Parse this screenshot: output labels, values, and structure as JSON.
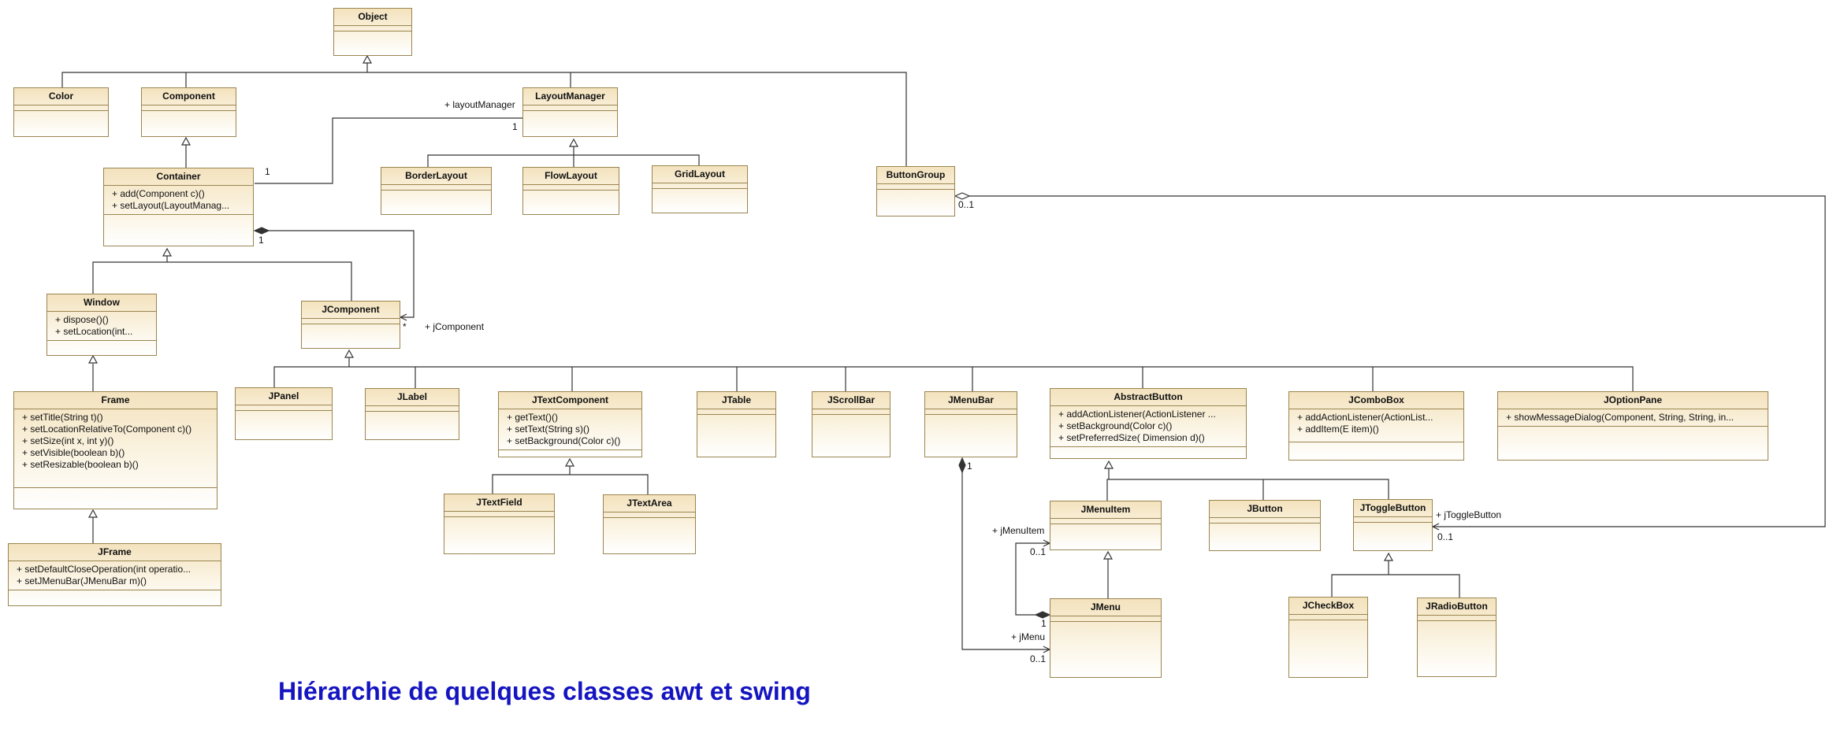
{
  "title": "Hiérarchie de quelques classes awt et swing",
  "classes": {
    "object": {
      "name": "Object",
      "ops": []
    },
    "color": {
      "name": "Color",
      "ops": []
    },
    "component": {
      "name": "Component",
      "ops": []
    },
    "layout_manager": {
      "name": "LayoutManager",
      "ops": []
    },
    "container": {
      "name": "Container",
      "ops": [
        "+ add(Component c)()",
        "+ setLayout(LayoutManag..."
      ]
    },
    "border_layout": {
      "name": "BorderLayout",
      "ops": []
    },
    "flow_layout": {
      "name": "FlowLayout",
      "ops": []
    },
    "grid_layout": {
      "name": "GridLayout",
      "ops": []
    },
    "button_group": {
      "name": "ButtonGroup",
      "ops": []
    },
    "window": {
      "name": "Window",
      "ops": [
        "+ dispose()()",
        "+ setLocation(int..."
      ]
    },
    "jcomponent": {
      "name": "JComponent",
      "ops": []
    },
    "frame": {
      "name": "Frame",
      "ops": [
        "+ setTitle(String t)()",
        "+ setLocationRelativeTo(Component c)()",
        "+ setSize(int x, int y)()",
        "+ setVisible(boolean b)()",
        "+ setResizable(boolean b)()"
      ]
    },
    "jframe": {
      "name": "JFrame",
      "ops": [
        "+ setDefaultCloseOperation(int operatio...",
        "+ setJMenuBar(JMenuBar m)()"
      ]
    },
    "jpanel": {
      "name": "JPanel",
      "ops": []
    },
    "jlabel": {
      "name": "JLabel",
      "ops": []
    },
    "jtext_component": {
      "name": "JTextComponent",
      "ops": [
        "+ getText()()",
        "+ setText(String s)()",
        "+ setBackground(Color c)()"
      ]
    },
    "jtable": {
      "name": "JTable",
      "ops": []
    },
    "jscroll_bar": {
      "name": "JScrollBar",
      "ops": []
    },
    "jmenu_bar": {
      "name": "JMenuBar",
      "ops": []
    },
    "abstract_button": {
      "name": "AbstractButton",
      "ops": [
        "+ addActionListener(ActionListener ...",
        "+ setBackground(Color c)()",
        "+ setPreferredSize( Dimension d)()"
      ]
    },
    "jcombo_box": {
      "name": "JComboBox",
      "ops": [
        "+ addActionListener(ActionList...",
        "+ addItem(E item)()"
      ]
    },
    "joption_pane": {
      "name": "JOptionPane",
      "ops": [
        "+ showMessageDialog(Component, String, String, in..."
      ]
    },
    "jtext_field": {
      "name": "JTextField",
      "ops": []
    },
    "jtext_area": {
      "name": "JTextArea",
      "ops": []
    },
    "jmenu_item": {
      "name": "JMenuItem",
      "ops": []
    },
    "jbutton": {
      "name": "JButton",
      "ops": []
    },
    "jtoggle_button": {
      "name": "JToggleButton",
      "ops": []
    },
    "jmenu": {
      "name": "JMenu",
      "ops": []
    },
    "jcheck_box": {
      "name": "JCheckBox",
      "ops": []
    },
    "jradio_button": {
      "name": "JRadioButton",
      "ops": []
    }
  },
  "labels": {
    "layout_manager_role": "+ layoutManager",
    "layout_manager_mult": "1",
    "container_layout_mult": "1",
    "container_comp_mult": "1",
    "jcomponent_mult": "*",
    "jcomponent_role": "+ jComponent",
    "button_group_mult": "0..1",
    "jtoggle_role": "+ jToggleButton",
    "jtoggle_mult": "0..1",
    "jmenu_bar_mult": "1",
    "jmenu_item_role": "+ jMenuItem",
    "jmenu_item_mult": "0..1",
    "jmenu_comp_mult": "1",
    "jmenu_role": "+ jMenu",
    "jmenu_mult": "0..1"
  },
  "colors": {
    "title": "#1414c0",
    "box_border": "#9a8550",
    "box_fill": "#f3e2bd",
    "line": "#333333"
  }
}
